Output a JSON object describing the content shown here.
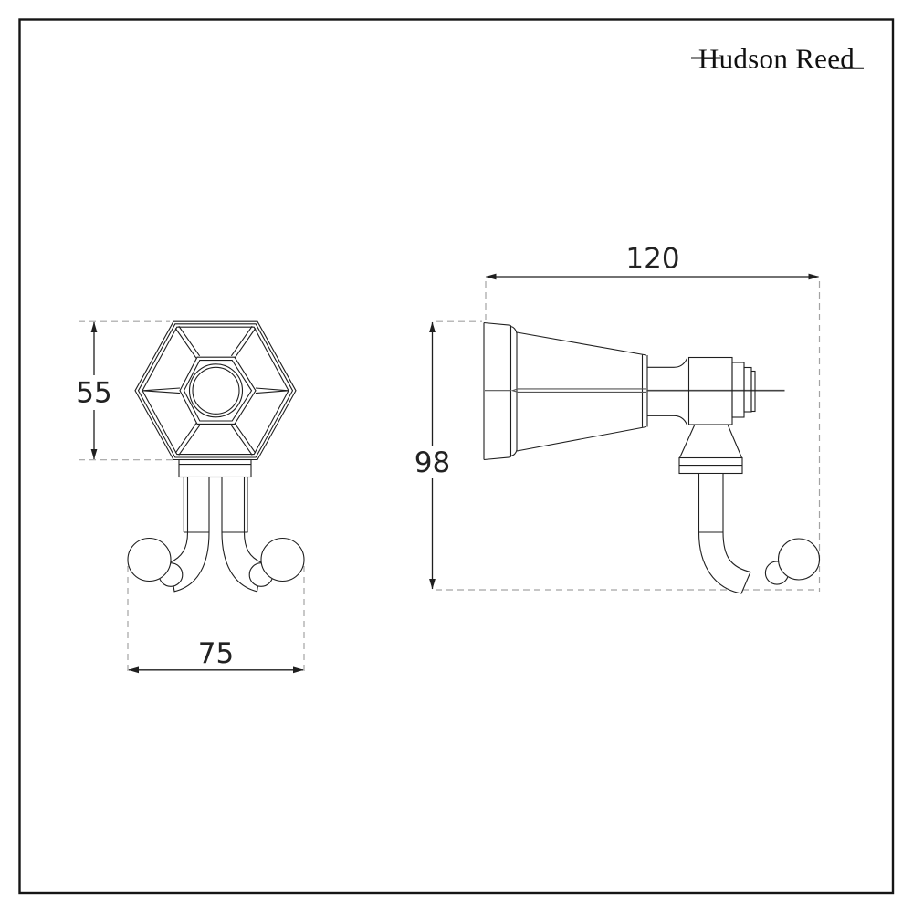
{
  "brand": {
    "logo_text": "Hudson Reed"
  },
  "dimensions": {
    "front_height_mm": "55",
    "front_width_mm": "75",
    "side_height_mm": "98",
    "side_depth_mm": "120"
  },
  "colors": {
    "background": "#ffffff",
    "line": "#1f1f1f",
    "dashed_extension": "#a3a3a3",
    "dimension_text": "#222222",
    "frame_border": "#151515"
  }
}
